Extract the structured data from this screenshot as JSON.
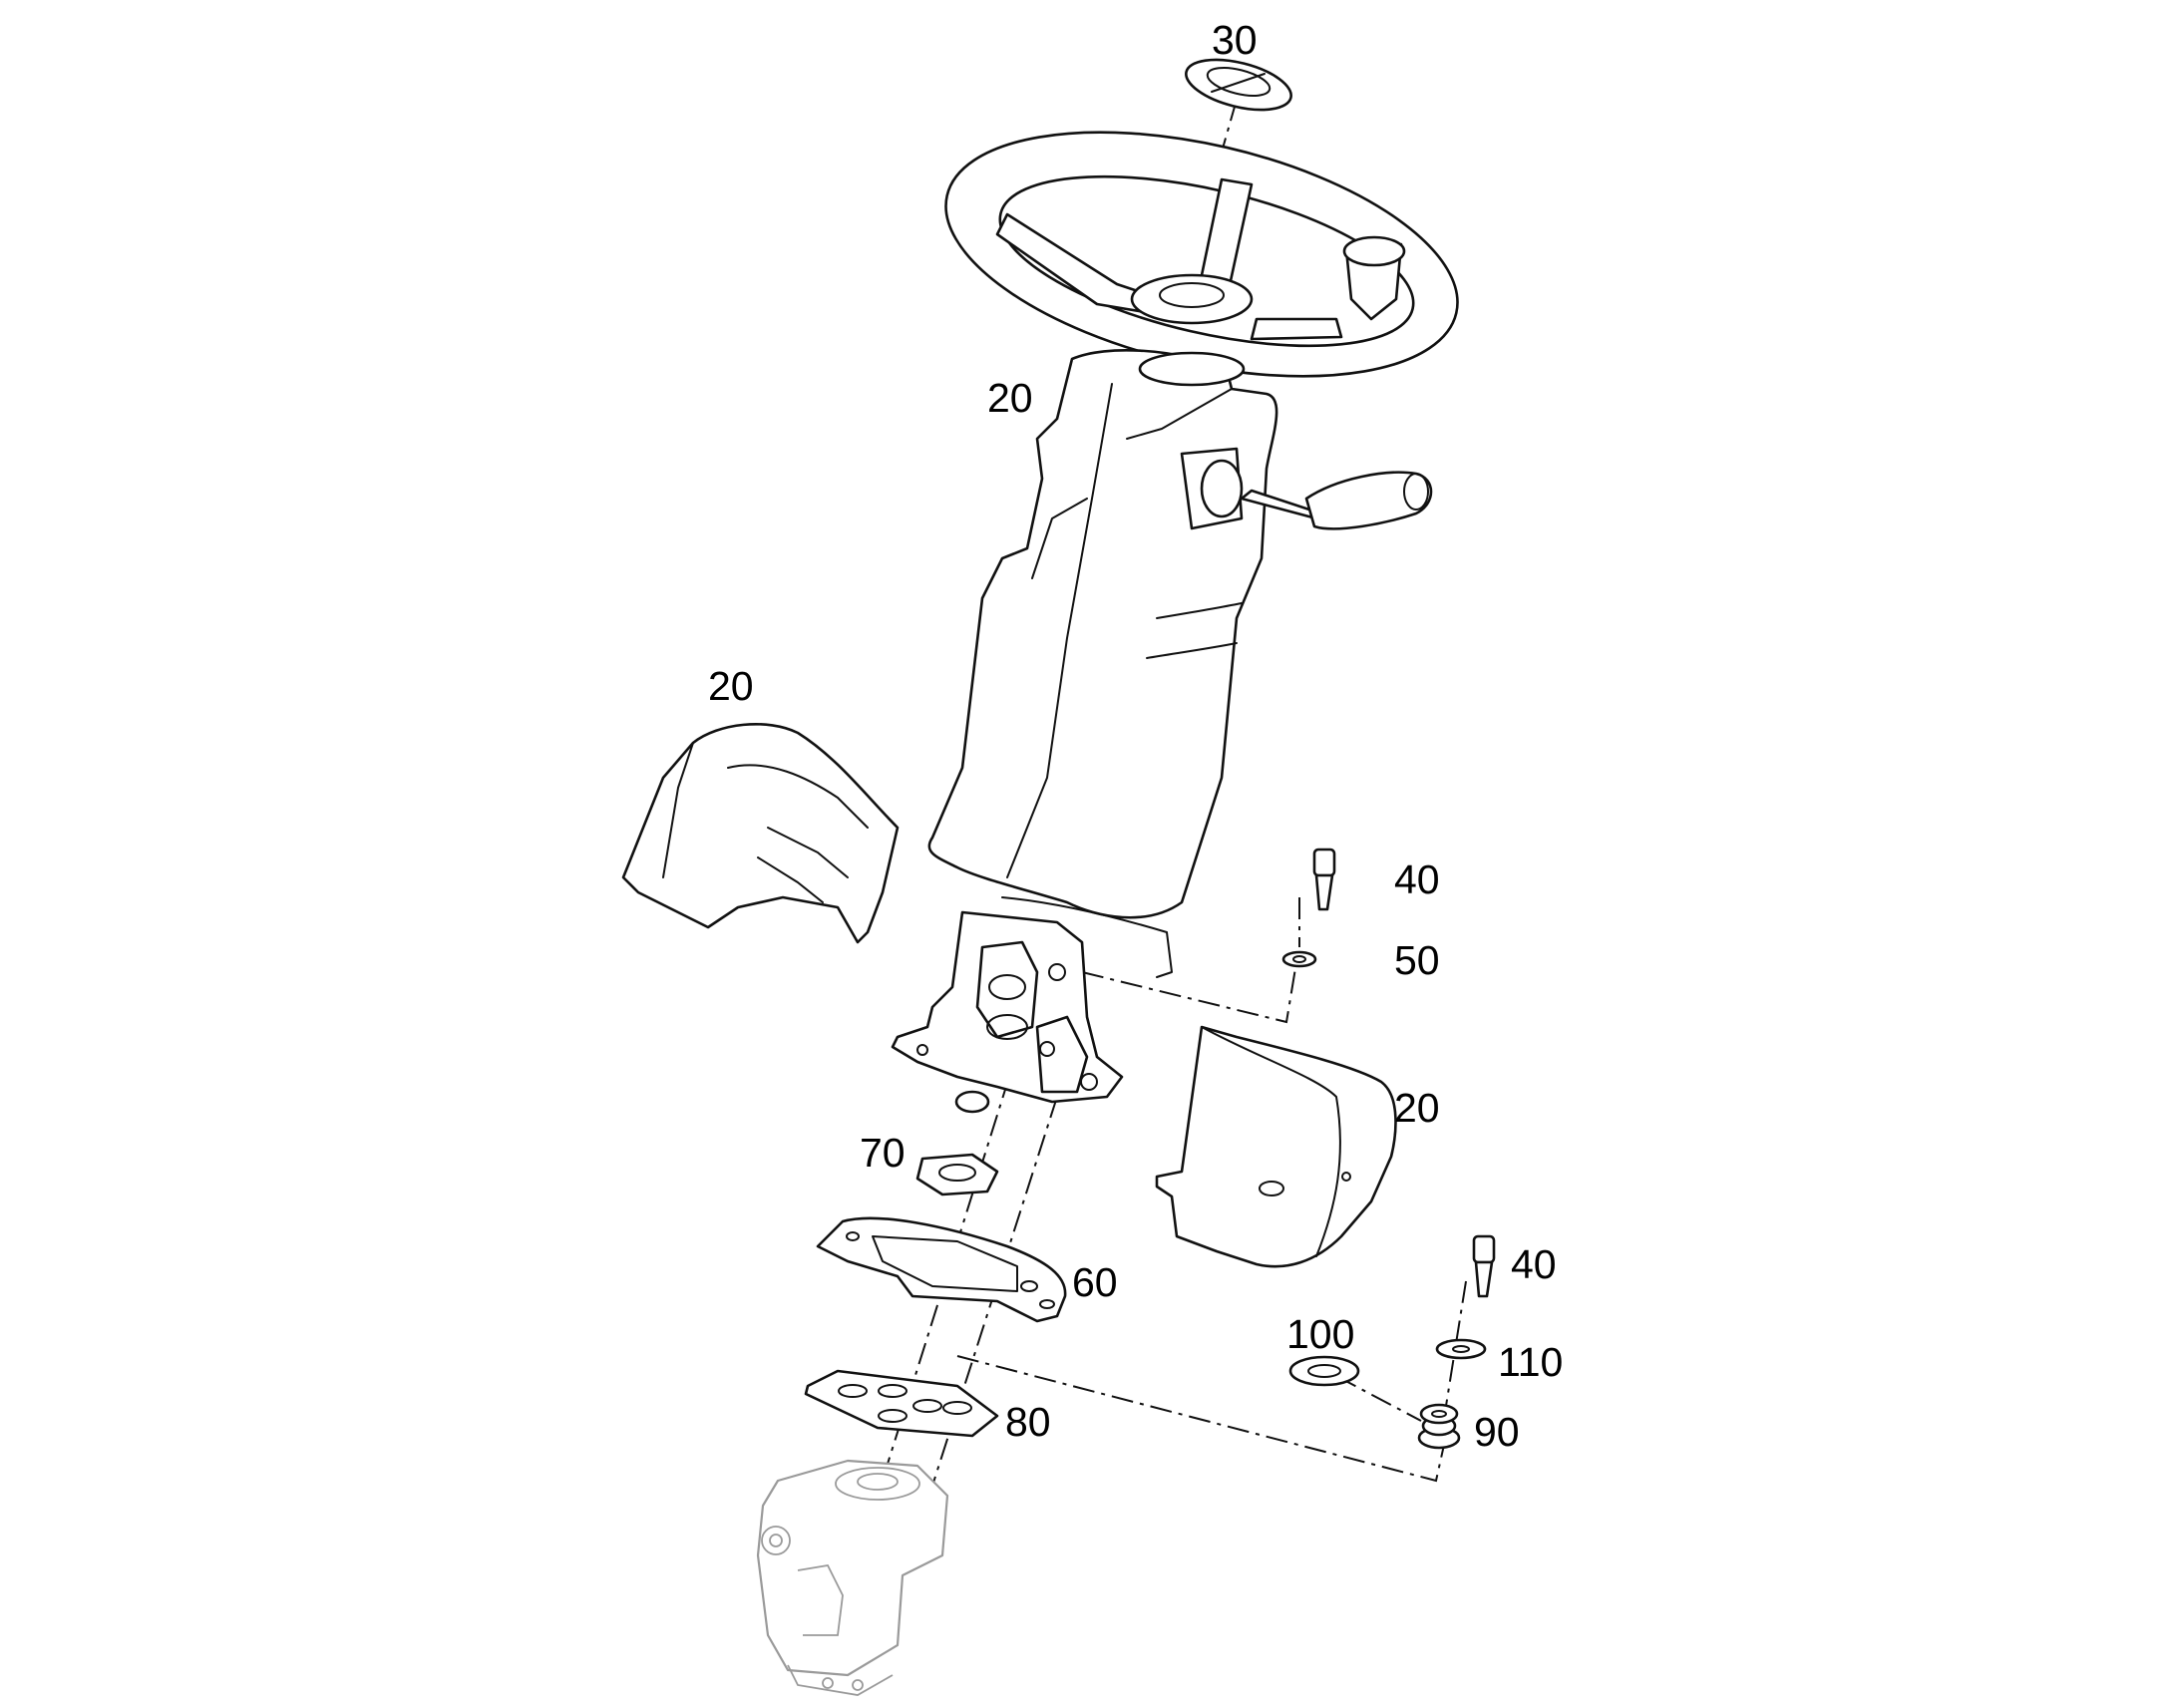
{
  "labels": {
    "p30": "30",
    "p20_column": "20",
    "p20_left_cover": "20",
    "p20_right_cover": "20",
    "p40_upper": "40",
    "p50": "50",
    "p70": "70",
    "p60": "60",
    "p40_lower": "40",
    "p100": "100",
    "p110": "110",
    "p80": "80",
    "p90": "90"
  }
}
